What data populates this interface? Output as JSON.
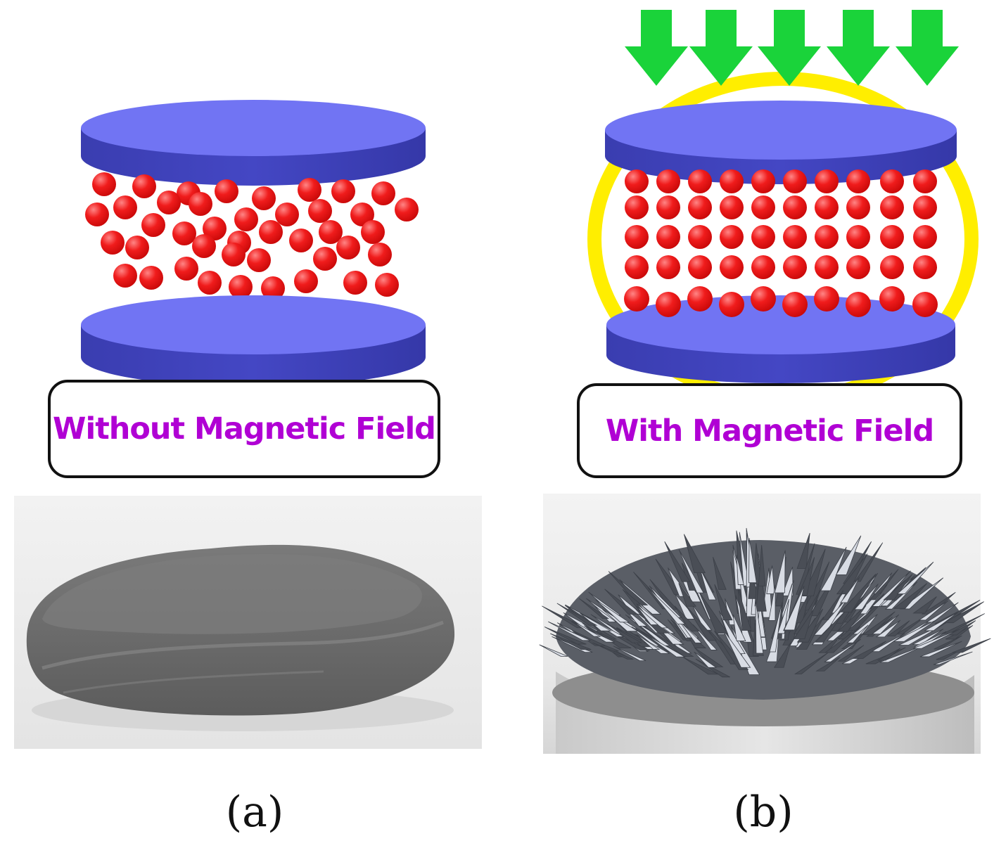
{
  "panels": {
    "a": {
      "condition_label": "Without Magnetic Field",
      "caption": "(a)"
    },
    "b": {
      "condition_label": "With Magnetic Field",
      "caption": "(b)"
    }
  },
  "colors": {
    "plate_top": "#7173f4",
    "plate_side": "#3e41b8",
    "particle": "#ee1a1a",
    "particle_highlight": "#ff7a7a",
    "field_arrow": "#1ad33a",
    "field_ring": "#ffee00",
    "label_text": "#b000d4",
    "label_border": "#111111",
    "fluid_gray": "#6e6e6e",
    "photo_background": "#ececec"
  },
  "icons": {
    "field_arrow": "down-arrow-icon"
  }
}
